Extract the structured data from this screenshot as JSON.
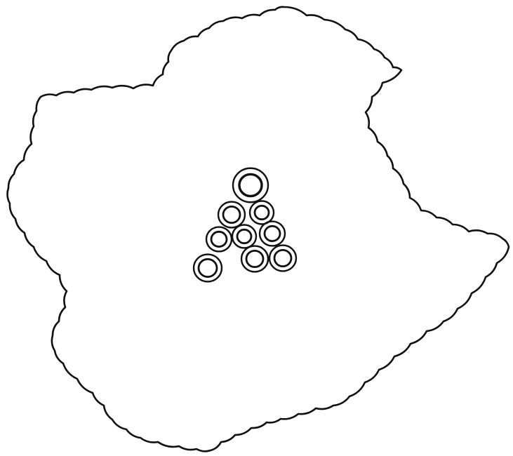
{
  "drawing": {
    "stroke_color": "#111111",
    "background_color": "#ffffff",
    "outline_shape": "scalloped-blob",
    "cluster_shape": "triangle-of-rings",
    "ring_count": 9
  }
}
